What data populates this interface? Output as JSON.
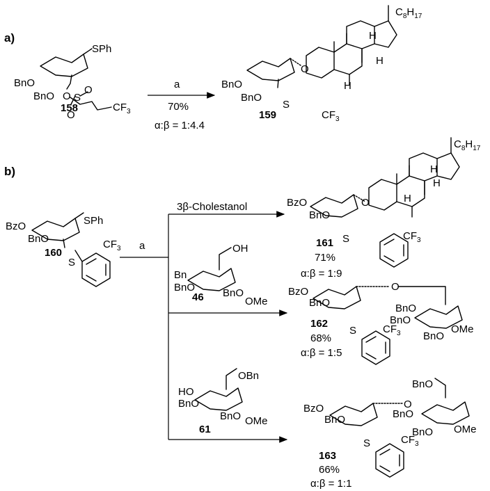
{
  "sections": {
    "a": "a)",
    "b": "b)"
  },
  "reaction_a": {
    "reagent": "a",
    "yield": "70%",
    "ratio": "α:β = 1:4.4",
    "sm_label": "158",
    "product_label": "159",
    "sm_groups": {
      "obn1": "BnO",
      "obn2": "BnO",
      "sph": "SPh",
      "cf3": "CF",
      "cf3_sub": "3"
    },
    "product_groups": {
      "obn1": "BnO",
      "obn2": "BnO",
      "cf3": "CF",
      "cf3_sub": "3",
      "chain": "C",
      "chain_sub1": "8",
      "chain_h": "H",
      "chain_sub2": "17"
    }
  },
  "reaction_b": {
    "reagent": "a",
    "sm_label": "160",
    "sm_groups": {
      "bzo": "BzO",
      "bno": "BnO",
      "sph": "SPh",
      "cf3": "CF",
      "cf3_sub": "3"
    },
    "acceptor_1": "3β-Cholestanol",
    "acceptor_2_label": "46",
    "acceptor_2_groups": {
      "oh": "OH",
      "bn1": "Bn",
      "bno1": "BnO",
      "bno2": "BnO",
      "ome": "OMe"
    },
    "acceptor_3_label": "61",
    "acceptor_3_groups": {
      "obn": "OBn",
      "ho": "HO",
      "bno1": "BnO",
      "bno2": "BnO",
      "ome": "OMe"
    },
    "product_161": {
      "label": "161",
      "yield": "71%",
      "ratio": "α:β = 1:9"
    },
    "product_162": {
      "label": "162",
      "yield": "68%",
      "ratio": "α:β = 1:5"
    },
    "product_163": {
      "label": "163",
      "yield": "66%",
      "ratio": "α:β = 1:1"
    },
    "product_groups": {
      "bzo": "BzO",
      "bno": "BnO",
      "cf3": "CF",
      "cf3_sub": "3",
      "chain": "C",
      "chain_sub1": "8",
      "chain_h": "H",
      "chain_sub2": "17",
      "ome": "OMe",
      "obn": "BnO",
      "h": "H",
      "o": "O",
      "s": "S"
    }
  }
}
